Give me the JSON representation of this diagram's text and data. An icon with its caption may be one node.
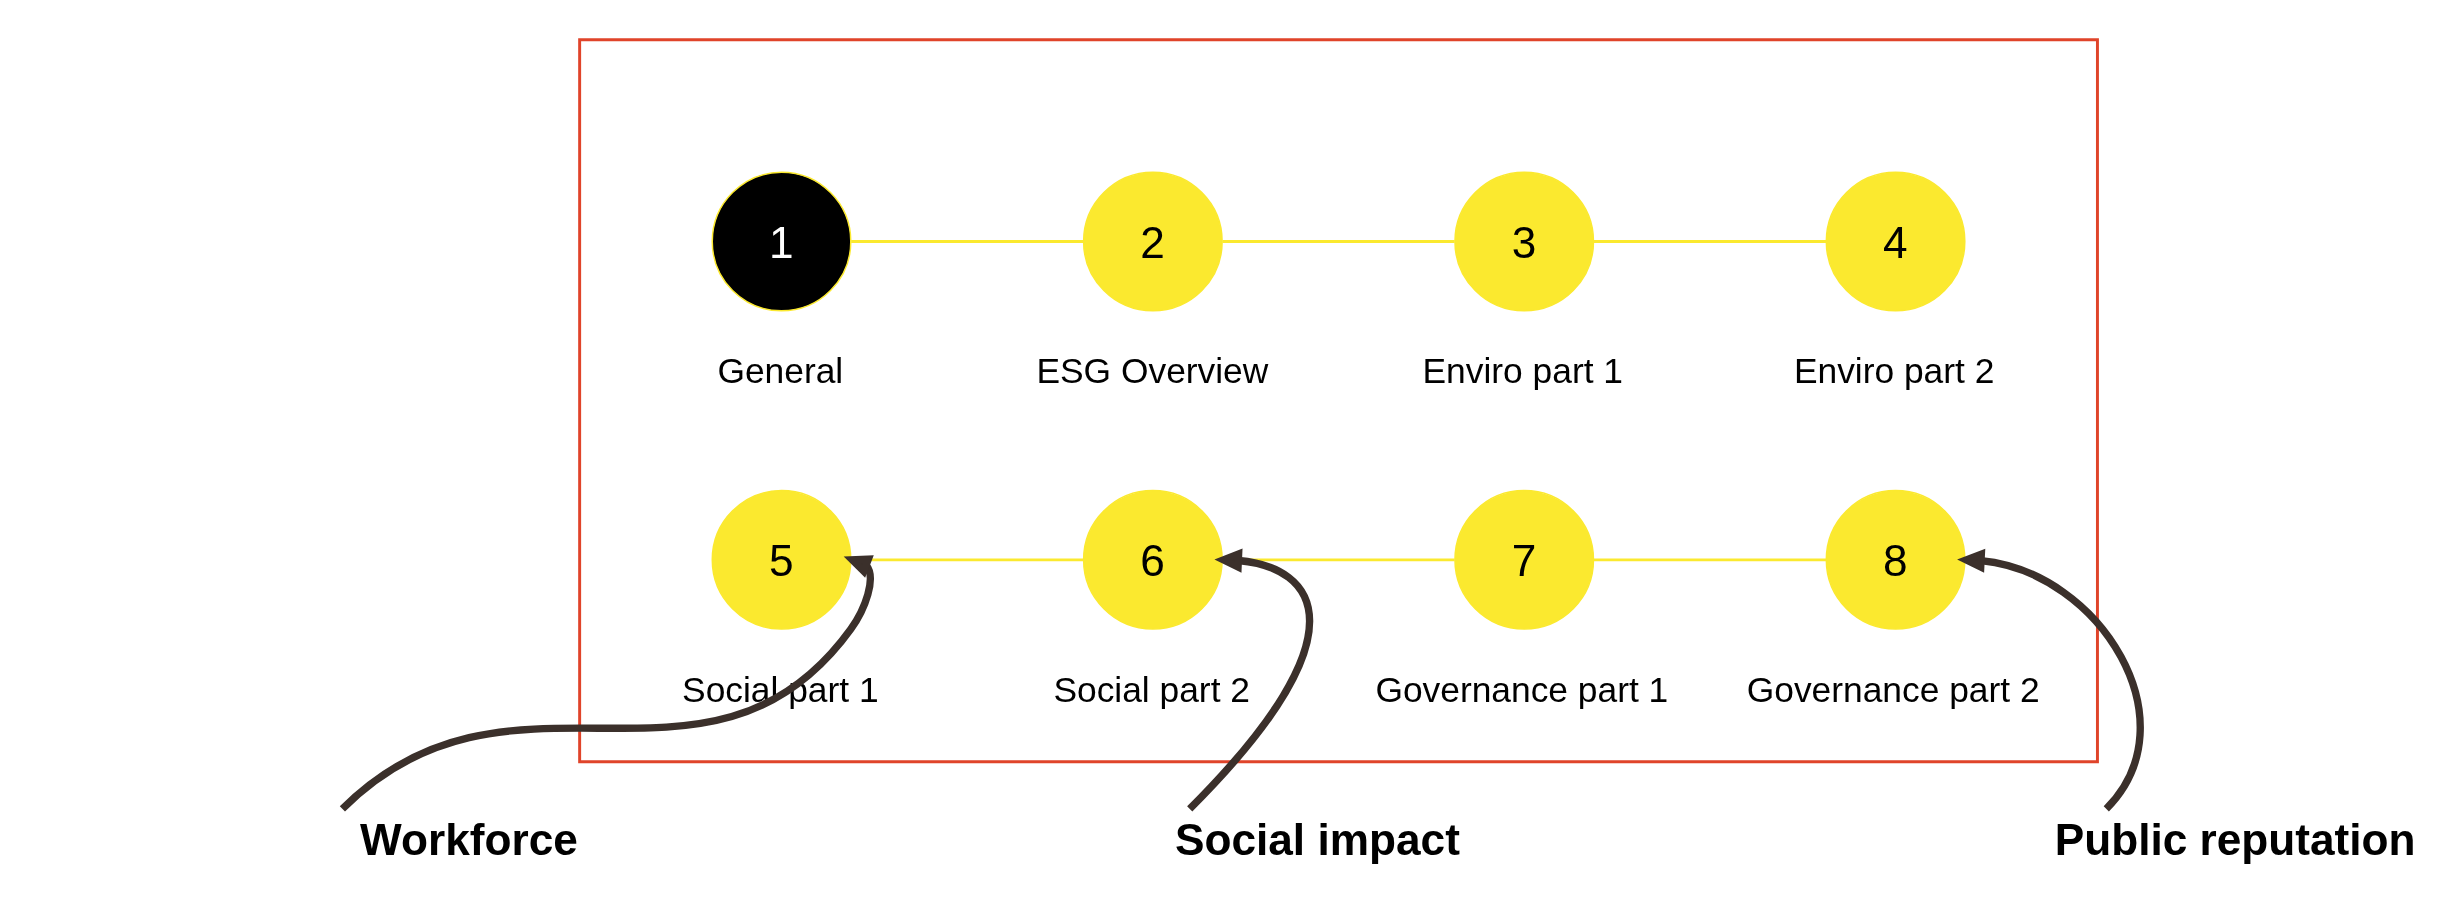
{
  "diagram": {
    "nodes": [
      {
        "text": [],
        "shape": "box"
      },
      {
        "text": [
          "1"
        ],
        "beside": [
          "General"
        ],
        "in": 0
      },
      {
        "text": [
          "2"
        ],
        "beside": [
          "ESG Overview"
        ],
        "in": 0
      },
      {
        "text": [
          "3"
        ],
        "beside": [
          "Enviro part 1"
        ],
        "in": 0
      },
      {
        "text": [
          "4"
        ],
        "beside": [
          "Enviro part 2"
        ],
        "in": 0
      },
      {
        "text": [
          "5"
        ],
        "beside": [
          "Social part 1"
        ],
        "in": 0
      },
      {
        "text": [
          "6"
        ],
        "beside": [
          "Social part 2"
        ],
        "in": 0
      },
      {
        "text": [
          "7"
        ],
        "beside": [
          "Governance part 1"
        ],
        "in": 0
      },
      {
        "text": [
          "8"
        ],
        "beside": [
          "Governance part 2"
        ],
        "in": 0
      },
      {
        "text": [
          "Workforce"
        ]
      },
      {
        "text": [
          "Social impact"
        ]
      },
      {
        "text": [
          "Public reputation"
        ]
      }
    ],
    "edges": [
      {
        "from": 1,
        "to": 2,
        "arrow": "none"
      },
      {
        "from": 2,
        "to": 3,
        "arrow": "none"
      },
      {
        "from": 3,
        "to": 4,
        "arrow": "none"
      },
      {
        "from": 5,
        "to": 6,
        "arrow": "none"
      },
      {
        "from": 6,
        "to": 7,
        "arrow": "none"
      },
      {
        "from": 7,
        "to": 8,
        "arrow": "none"
      },
      {
        "from": 9,
        "to": 5,
        "arrow": "to",
        "style": "thick",
        "color": "#3b302b"
      },
      {
        "from": 10,
        "to": 6,
        "arrow": "to",
        "style": "thick",
        "color": "#3b302b"
      },
      {
        "from": 11,
        "to": 8,
        "arrow": "to",
        "style": "thick",
        "color": "#3b302b"
      }
    ]
  }
}
